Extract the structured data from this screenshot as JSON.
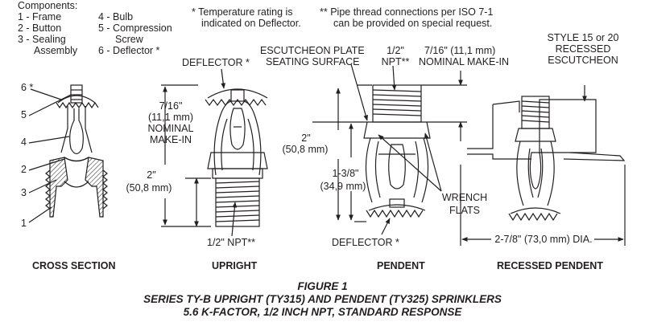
{
  "components": {
    "heading": "Components:",
    "left": [
      "1 - Frame",
      "2 - Button",
      "3 - Sealing",
      "Assembly"
    ],
    "right": [
      "4 - Bulb",
      "5 - Compression",
      "Screw",
      "6 - Deflector *"
    ]
  },
  "notes": {
    "temperature": [
      "* Temperature rating is",
      "indicated on Deflector."
    ],
    "thread": [
      "** Pipe thread connections per ISO 7-1",
      "can be provided on special request."
    ]
  },
  "cross_section": {
    "callouts": [
      "6 *",
      "5",
      "4",
      "2",
      "3",
      "1"
    ],
    "title": "CROSS SECTION"
  },
  "upright": {
    "deflector": "DEFLECTOR *",
    "makein": [
      "7/16\"",
      "(11,1 mm)",
      "NOMINAL",
      "MAKE-IN"
    ],
    "height": [
      "2\"",
      "(50,8 mm)"
    ],
    "npt": "1/2\" NPT**",
    "title": "UPRIGHT"
  },
  "pendent": {
    "escutcheon": [
      "ESCUTCHEON PLATE",
      "SEATING SURFACE"
    ],
    "npt": [
      "1/2\"",
      "NPT**"
    ],
    "makein": [
      "7/16\" (11,1 mm)",
      "NOMINAL MAKE-IN"
    ],
    "height": [
      "2\"",
      "(50,8 mm)"
    ],
    "sub_height": [
      "1-3/8\"",
      "(34,9 mm)"
    ],
    "wrench": [
      "WRENCH",
      "FLATS"
    ],
    "deflector": "DEFLECTOR *",
    "title": "PENDENT"
  },
  "recessed": {
    "style": [
      "STYLE 15 or 20",
      "RECESSED",
      "ESCUTCHEON"
    ],
    "diameter": "2-7/8\" (73,0 mm) DIA.",
    "title": "RECESSED PENDENT"
  },
  "figure": {
    "label": "FIGURE 1",
    "line1": "SERIES TY-B UPRIGHT (TY315) AND PENDENT (TY325) SPRINKLERS",
    "line2": "5.6 K-FACTOR, 1/2 INCH NPT, STANDARD RESPONSE"
  }
}
